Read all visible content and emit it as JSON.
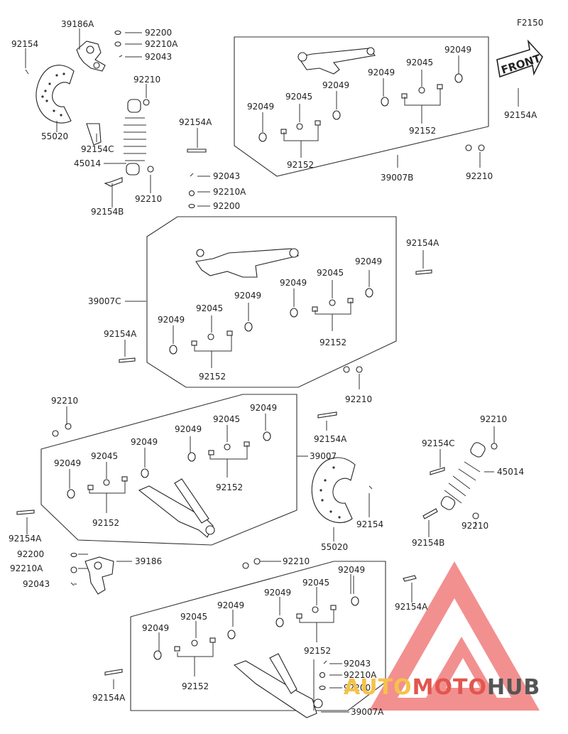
{
  "diagram_code": "F2150",
  "front_label": "FRONT",
  "watermark": {
    "part1": "AUTO",
    "part2": "MOTO",
    "part3": "HUB"
  },
  "labels": {
    "l1": "39186A",
    "l2": "92200",
    "l3": "92210A",
    "l4": "92043",
    "l5": "92154",
    "l6": "55020",
    "l7": "92210",
    "l8": "92154C",
    "l9": "45014",
    "l10": "92154B",
    "l11": "92210",
    "l12": "92154A",
    "l13": "92043",
    "l14": "92210A",
    "l15": "92200",
    "l16": "92049",
    "l17": "92049",
    "l18": "92045",
    "l19": "92049",
    "l20": "92049",
    "l21": "92045",
    "l22": "92152",
    "l23": "92152",
    "l24": "39007B",
    "l25": "92154A",
    "l26": "92210",
    "l27": "92154A",
    "l28": "92049",
    "l29": "92045",
    "l30": "39007C",
    "l31": "92049",
    "l32": "92049",
    "l33": "92045",
    "l34": "92049",
    "l35": "92152",
    "l36": "92154A",
    "l37": "92152",
    "l38": "92210",
    "l39": "92210",
    "l40": "92049",
    "l41": "92049",
    "l42": "92045",
    "l43": "92049",
    "l44": "92045",
    "l45": "92049",
    "l46": "39007",
    "l47": "92152",
    "l48": "92152",
    "l49": "92154A",
    "l50": "92154A",
    "l51": "92210",
    "l52": "92154C",
    "l53": "45014",
    "l54": "92154",
    "l55": "55020",
    "l56": "92154B",
    "l57": "92210",
    "l58": "92200",
    "l59": "92210A",
    "l60": "39186",
    "l61": "92043",
    "l62": "92210",
    "l63": "92049",
    "l64": "92045",
    "l65": "92049",
    "l66": "92049",
    "l67": "92045",
    "l68": "92049",
    "l69": "92154A",
    "l70": "92152",
    "l71": "92152",
    "l72": "92154A",
    "l73": "92043",
    "l74": "92210A",
    "l75": "92200",
    "l76": "39007A"
  }
}
